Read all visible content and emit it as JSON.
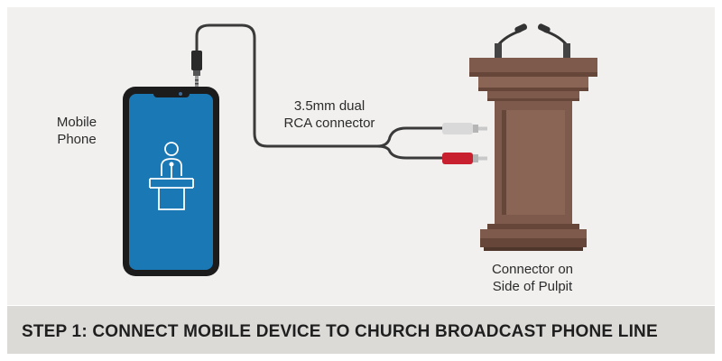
{
  "labels": {
    "phone": "Mobile Phone",
    "connector_line1": "3.5mm dual",
    "connector_line2": "RCA connector",
    "pulpit_line1": "Connector on",
    "pulpit_line2": "Side of Pulpit"
  },
  "footer": {
    "title": "STEP 1: CONNECT MOBILE DEVICE TO CHURCH BROADCAST PHONE LINE"
  },
  "colors": {
    "background": "#f1f0ee",
    "footer_background": "#dcdad7",
    "phone_body": "#1c1c1c",
    "phone_screen": "#1a78b4",
    "pulpit_wood": "#7e5a4c",
    "cable": "#3a3a3a",
    "rca_white": "#d9d9d9",
    "rca_red": "#c8202e"
  },
  "icons": [
    "smartphone-icon",
    "pulpit-speaker-icon",
    "audio-jack-icon",
    "rca-plug-icon",
    "microphone-icon"
  ]
}
